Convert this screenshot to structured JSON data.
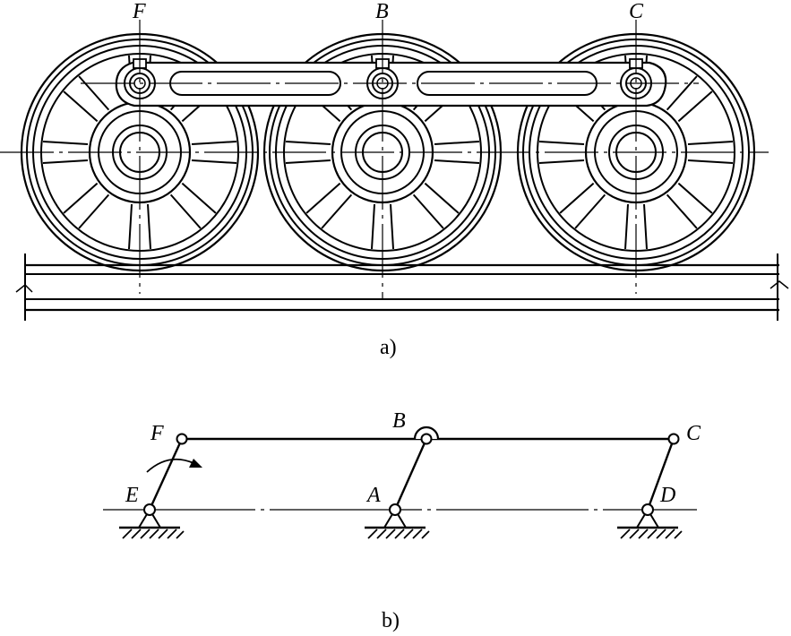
{
  "figure_a": {
    "caption": "a)",
    "labels": {
      "F": "F",
      "B": "B",
      "C": "C"
    }
  },
  "figure_b": {
    "caption": "b)",
    "labels": {
      "F": "F",
      "B": "B",
      "C": "C",
      "E": "E",
      "A": "A",
      "D": "D"
    }
  },
  "colors": {
    "ink": "#000000",
    "background": "#ffffff"
  }
}
